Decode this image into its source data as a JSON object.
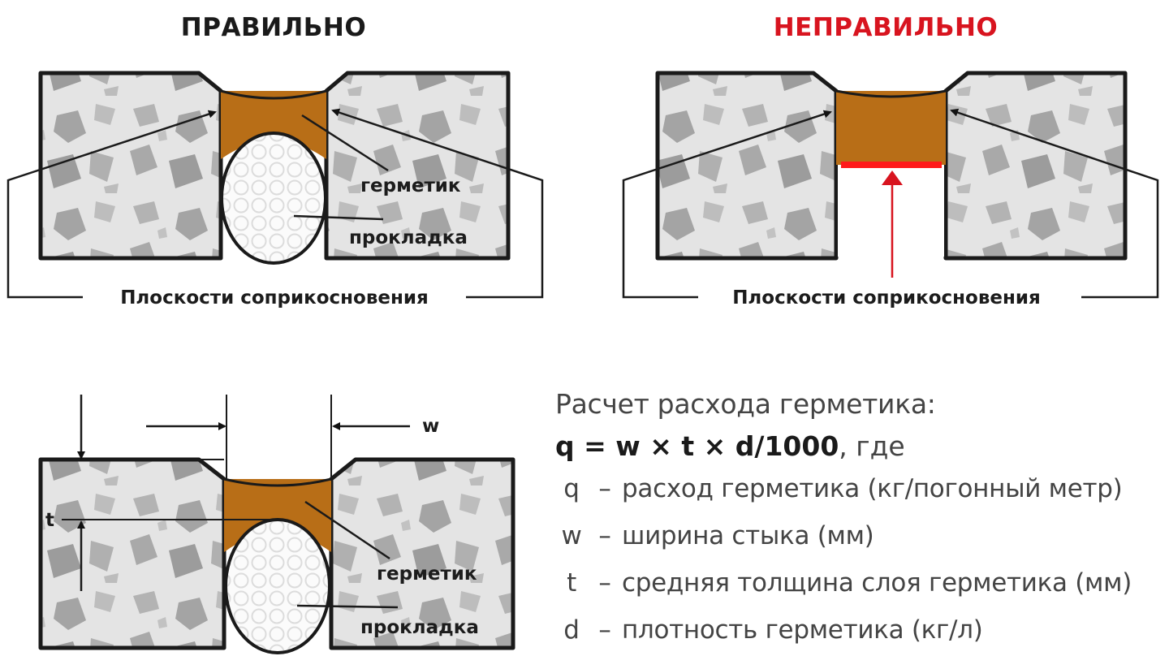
{
  "panels": {
    "correct": {
      "title": "ПРАВИЛЬНО",
      "sealant_label": "герметик",
      "gasket_label": "прокладка",
      "contact_label": "Плоскости соприкосновения"
    },
    "incorrect": {
      "title": "НЕПРАВИЛЬНО",
      "contact_label": "Плоскости соприкосновения"
    },
    "dimensions": {
      "w_label": "w",
      "t_label": "t",
      "sealant_label": "герметик",
      "gasket_label": "прокладка"
    }
  },
  "formula": {
    "heading": "Расчет расхода герметика:",
    "equation": "q = w × t × d/1000",
    "equation_tail": ", где",
    "legend": [
      {
        "symbol": "q",
        "text": "расход герметика (кг/погонный метр)"
      },
      {
        "symbol": "w",
        "text": "ширина стыка (мм)"
      },
      {
        "symbol": "t",
        "text": "средняя толщина слоя герметика (мм)"
      },
      {
        "symbol": "d",
        "text": "плотность герметика (кг/л)"
      }
    ]
  },
  "colors": {
    "sealant": "#b86e17",
    "concrete": "#e3e3e3",
    "stone": "#a9a9a9",
    "outline": "#1a1a1a",
    "incorrect_title": "#d8141f",
    "bond_line": "#ff1a1a"
  }
}
